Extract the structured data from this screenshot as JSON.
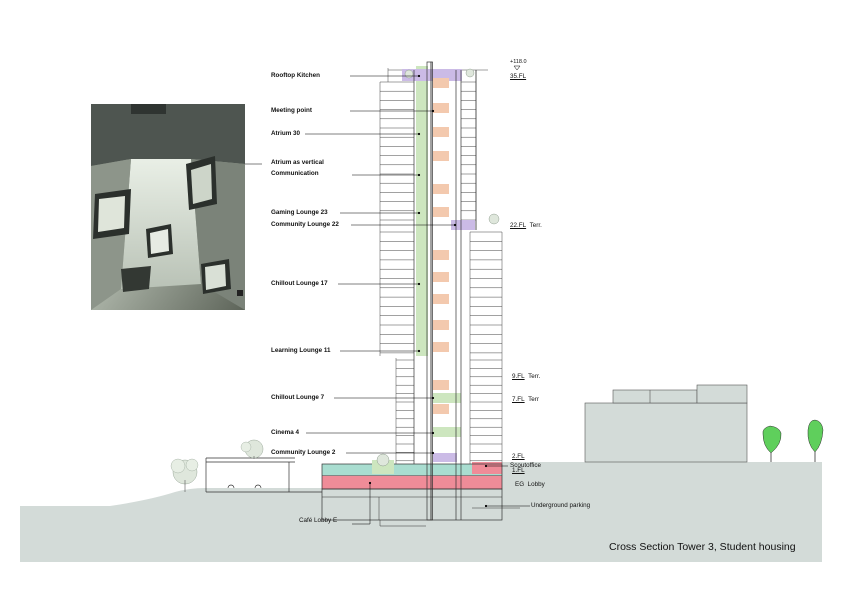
{
  "photo": {
    "label": "Atrium as vertical Communication"
  },
  "labels": [
    {
      "id": "rooftop-kitchen",
      "text": "Rooftop Kitchen"
    },
    {
      "id": "meeting-point",
      "text": "Meeting point"
    },
    {
      "id": "atrium-30",
      "text": "Atrium  30"
    },
    {
      "id": "atrium-vertical",
      "text": "Atrium as vertical"
    },
    {
      "id": "communication",
      "text": "Communication"
    },
    {
      "id": "gaming-lounge-23",
      "text": "Gaming Lounge  23"
    },
    {
      "id": "community-lounge-22",
      "text": "Community Lounge  22"
    },
    {
      "id": "chillout-lounge-17",
      "text": "Chillout Lounge  17"
    },
    {
      "id": "learning-lounge-11",
      "text": "Learning Lounge  11"
    },
    {
      "id": "chillout-lounge-7",
      "text": "Chillout Lounge  7"
    },
    {
      "id": "cinema-4",
      "text": "Cinema  4"
    },
    {
      "id": "community-lounge-2",
      "text": "Community Lounge  2"
    }
  ],
  "levels": {
    "top_elevation": "+118.0",
    "fl35": "35.FL",
    "fl22": "22.FL",
    "terr22": "Terr.",
    "fl9": "9.FL",
    "terr9": "Terr.",
    "fl7": "7.FL",
    "terr7": "Terr",
    "fl2": "2.FL",
    "fl1": "1.FL",
    "eg": "EG",
    "lobby": "Lobby"
  },
  "right_labels": {
    "scoutoffice": "Scoutoffice",
    "underground_parking": "Underground parking"
  },
  "bottom_label": "Café  Lobby  E",
  "caption": "Cross Section Tower 3, Student housing",
  "colors": {
    "ground": "#d3dbd8",
    "green_zone": "#cde6bf",
    "orange_zone": "#f3c9ae",
    "purple_zone": "#cbbbe6",
    "pink_zone": "#ef8c98",
    "teal_zone": "#a9ddd0",
    "tree_green": "#5fcf5c"
  }
}
